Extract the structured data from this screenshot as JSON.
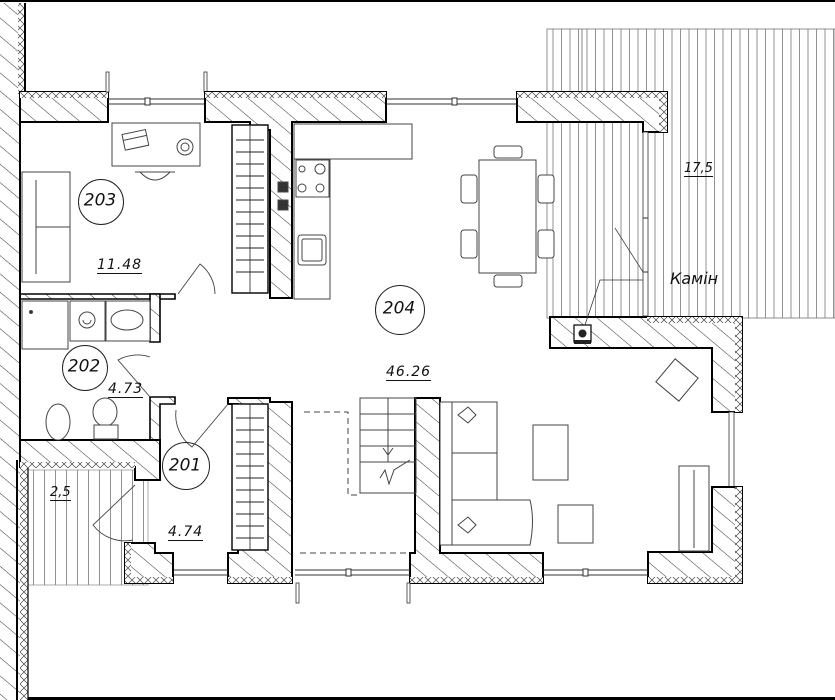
{
  "drawing": {
    "type": "floor-plan",
    "language": "uk",
    "colors": {
      "background": "#ffffff",
      "wall_outline": "#000000",
      "hatch": "#333333",
      "furniture": "#555555",
      "frame_bar": "#000000"
    }
  },
  "rooms": [
    {
      "id": "203",
      "number": "203",
      "area": "11.48",
      "function": "bedroom/study"
    },
    {
      "id": "202",
      "number": "202",
      "area": "4.73",
      "function": "bathroom"
    },
    {
      "id": "201",
      "number": "201",
      "area": "4.74",
      "function": "hall"
    },
    {
      "id": "204",
      "number": "204",
      "area": "46.26",
      "function": "kitchen-dining-living"
    }
  ],
  "exterior": {
    "terrace": {
      "area": "17,5"
    },
    "porch": {
      "area": "2,5"
    }
  },
  "callouts": {
    "fireplace": "Камін"
  },
  "furniture": [
    "desk",
    "laptop",
    "desk-lamp",
    "office-chair",
    "sofa-room-203",
    "shower",
    "washing-machine",
    "sink-bath",
    "bidet",
    "toilet",
    "stove-4-burner",
    "kitchen-sink",
    "dining-table",
    "dining-chairs-6",
    "staircase",
    "corner-sofa",
    "coffee-table",
    "armchair-1",
    "armchair-2",
    "tv-stand",
    "fireplace",
    "wardrobe-203",
    "wardrobe-201"
  ]
}
